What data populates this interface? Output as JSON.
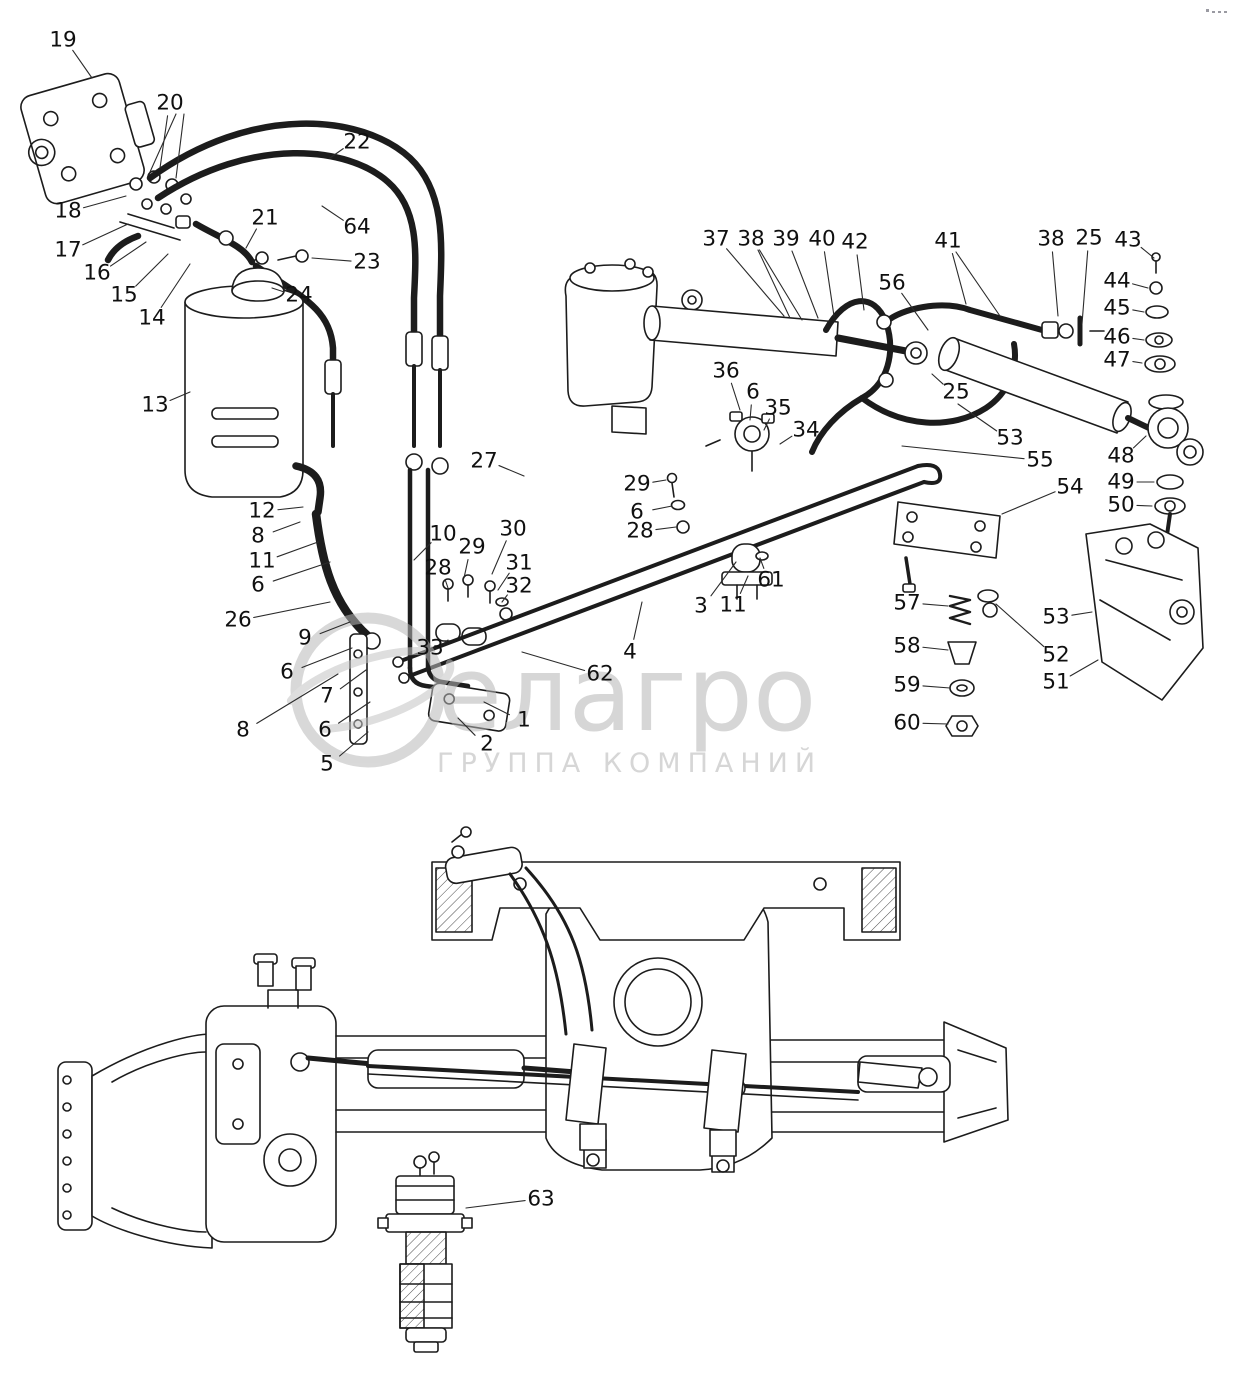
{
  "watermark": {
    "text": "елагро",
    "subtext": "ГРУППА КОМПАНИЙ"
  },
  "colors": {
    "line": "#1c1c1c",
    "leader": "#2b2b2b",
    "watermark": "#c4c4c4"
  },
  "callouts": [
    "19",
    "20",
    "18",
    "17",
    "16",
    "15",
    "14",
    "22",
    "21",
    "64",
    "23",
    "24",
    "13",
    "37",
    "38",
    "39",
    "40",
    "42",
    "56",
    "41",
    "38",
    "25",
    "43",
    "44",
    "45",
    "46",
    "47",
    "36",
    "6",
    "35",
    "34",
    "25",
    "53",
    "55",
    "48",
    "49",
    "50",
    "27",
    "29",
    "6",
    "28",
    "54",
    "12",
    "8",
    "11",
    "6",
    "10",
    "30",
    "29",
    "28",
    "31",
    "32",
    "26",
    "3",
    "11",
    "61",
    "9",
    "6",
    "7",
    "6",
    "8",
    "33",
    "4",
    "62",
    "1",
    "2",
    "5",
    "57",
    "58",
    "59",
    "60",
    "53",
    "52",
    "51",
    "63"
  ]
}
